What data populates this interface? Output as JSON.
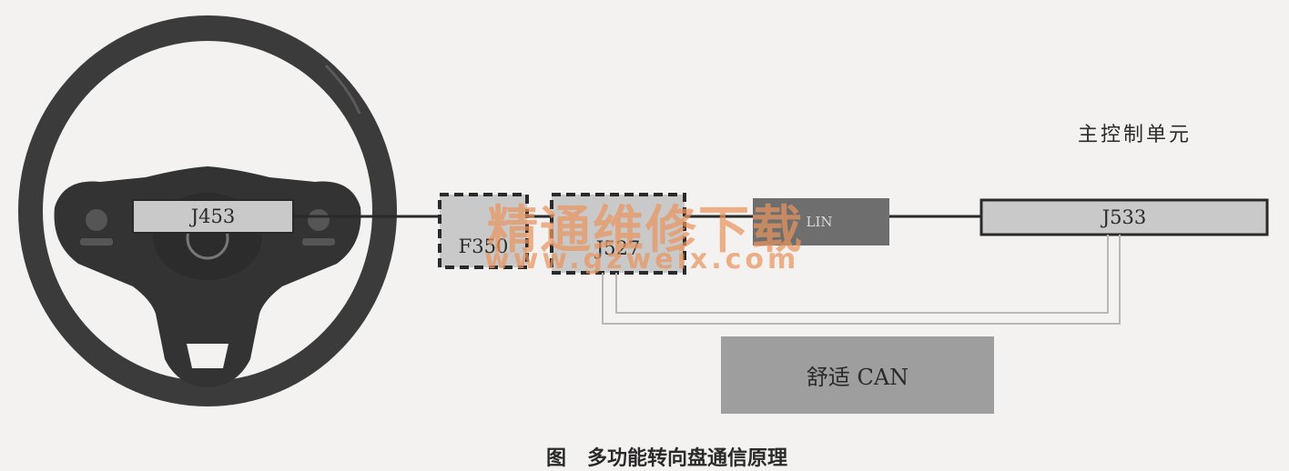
{
  "labels": {
    "steering_module": "J453",
    "f350": "F350",
    "j527": "J527",
    "lin": "LIN",
    "j533": "J533",
    "main_control_unit": "主控制单元",
    "comfort_can": "舒适 CAN",
    "caption": "图   多功能转向盘通信原理"
  },
  "watermark": {
    "cn": "精通维修下载",
    "url": "www.gzweix.com"
  },
  "colors": {
    "box_fill": "#c9c9c9",
    "lin_fill": "#6e6e6e",
    "can_fill": "#9e9e9e",
    "wheel": "#3b3b3b",
    "watermark": "#e9955f"
  }
}
